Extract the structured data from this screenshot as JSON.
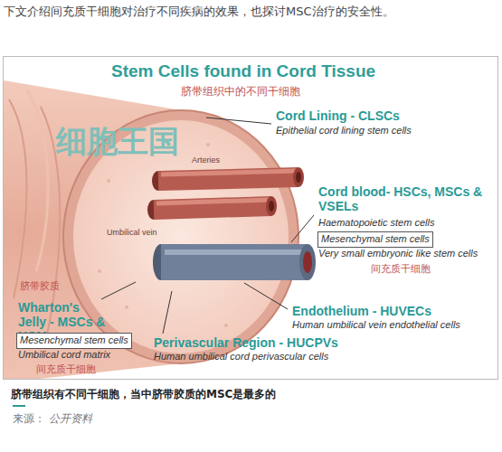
{
  "diagram": {
    "title": "Stem Cells found in Cord Tissue",
    "caption": "脐带组织有不同干细胞，当中脐带胶质的MSC是最多的",
    "nodes": [
      {
        "text": [
          "Mesenchymal stem cells"
        ]
      },
      {
        "text": [
          "Mesenchymal stem cells"
        ]
      }
    ],
    "labels": [
      "下文介绍间充质干细胞对治疗不同疾病的效果，也探讨MSC治疗的安全性。",
      "脐带组织中的不同干细胞",
      "Cord Lining - CLSCs",
      "Epithelial cord lining stem cells",
      "Arteries",
      "Umbilical vein",
      "Cord blood- HSCs, MSCs & VSELs",
      "Haematopoietic stem cells",
      "Very small embryonic like stem cells",
      "间充质干细胞",
      "脐带胶质",
      "Wharton's Jelly - MSCs & UCMs",
      "Umbilical cord matrix",
      "间充质干细胞",
      "Endothelium - HUVECs",
      "Human umbilical vein endothelial cells",
      "Perivascular Region - HUCPVs",
      "Human umbilical cord perivascular cells",
      "细胞王国",
      "来源：",
      "公开资料"
    ]
  }
}
